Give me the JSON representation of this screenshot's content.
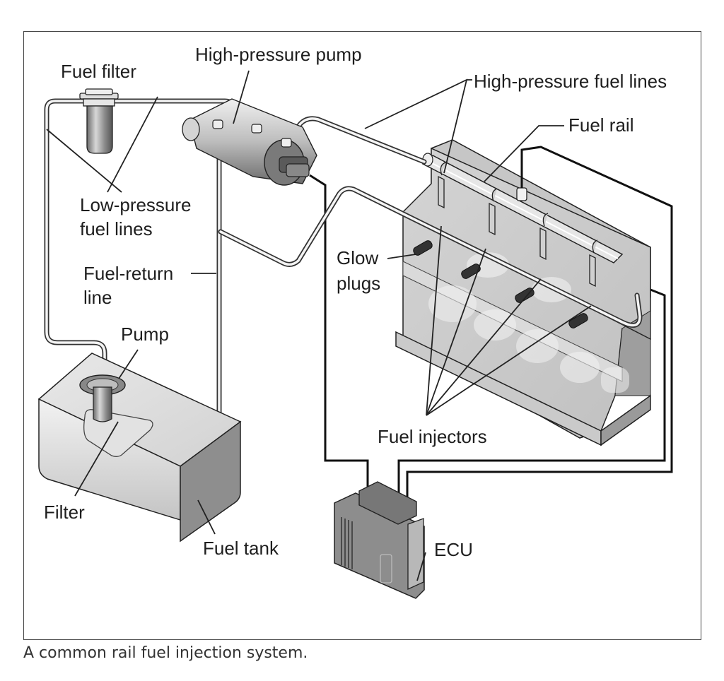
{
  "figure": {
    "caption": "A common rail fuel injection system.",
    "labels": {
      "fuel_filter": "Fuel filter",
      "high_pressure_pump": "High-pressure pump",
      "high_pressure_fuel_lines": "High-pressure fuel lines",
      "fuel_rail": "Fuel rail",
      "low_pressure_fuel_lines_1": "Low-pressure",
      "low_pressure_fuel_lines_2": "fuel lines",
      "glow_plugs_1": "Glow",
      "glow_plugs_2": "plugs",
      "fuel_return_line_1": "Fuel-return",
      "fuel_return_line_2": "line",
      "pump": "Pump",
      "filter": "Filter",
      "fuel_tank": "Fuel tank",
      "fuel_injectors": "Fuel injectors",
      "ecu": "ECU"
    }
  }
}
